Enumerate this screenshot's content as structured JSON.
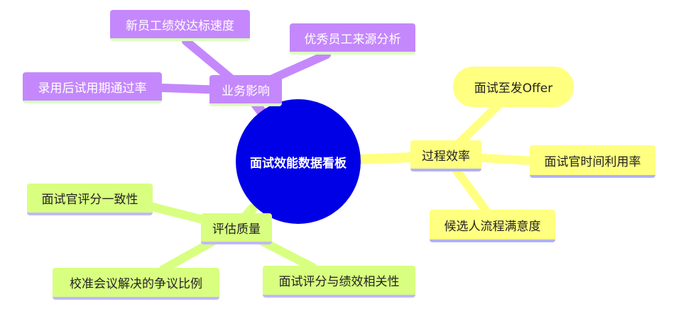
{
  "center": {
    "label": "面试效能数据看板"
  },
  "colors": {
    "center": "#0000e6",
    "business": "#c488fc",
    "process": "#ffff80",
    "quality": "#d8ff80"
  },
  "branches": {
    "business": {
      "label": "业务影响",
      "children": [
        "新员工绩效达标速度",
        "优秀员工来源分析",
        "录用后试用期通过率"
      ]
    },
    "process": {
      "label": "过程效率",
      "children": [
        "面试至发Offer",
        "面试官时间利用率",
        "候选人流程满意度"
      ]
    },
    "quality": {
      "label": "评估质量",
      "children": [
        "面试官评分一致性",
        "校准会议解决的争议比例",
        "面试评分与绩效相关性"
      ]
    }
  }
}
